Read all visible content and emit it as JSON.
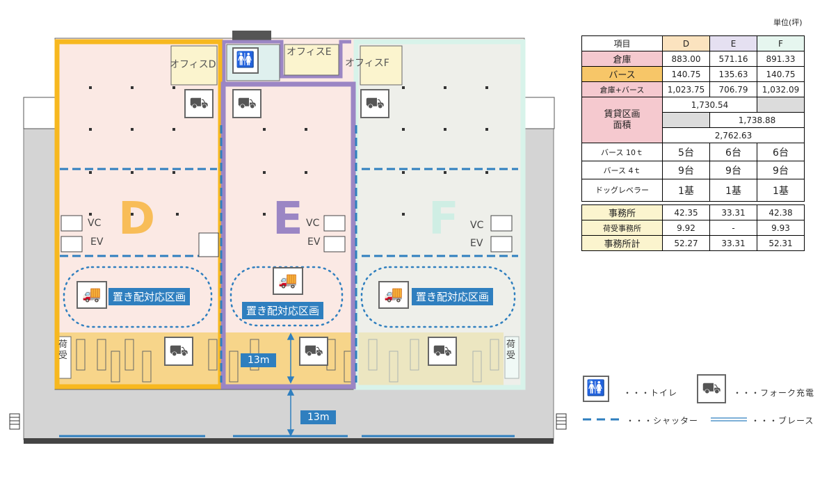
{
  "unit_note": "単位(坪)",
  "table": {
    "header": [
      "項目",
      "D",
      "E",
      "F"
    ],
    "rows": [
      {
        "label": "倉庫",
        "d": "883.00",
        "e": "571.16",
        "f": "891.33"
      },
      {
        "label": "バース",
        "d": "140.75",
        "e": "135.63",
        "f": "140.75"
      },
      {
        "label": "倉庫+バース",
        "d": "1,023.75",
        "e": "706.79",
        "f": "1,032.09"
      }
    ],
    "lease_area": {
      "label": "賃貸区画\n面積",
      "de": "1,730.54",
      "ef": "1,738.88",
      "def": "2,762.63"
    },
    "berth_rows": [
      {
        "label": "バース 10ｔ",
        "d": "5台",
        "e": "6台",
        "f": "6台"
      },
      {
        "label": "バース 4ｔ",
        "d": "9台",
        "e": "9台",
        "f": "9台"
      },
      {
        "label": "ドッグレベラー",
        "d": "1基",
        "e": "1基",
        "f": "1基"
      }
    ],
    "office_rows": [
      {
        "label": "事務所",
        "d": "42.35",
        "e": "33.31",
        "f": "42.38"
      },
      {
        "label": "荷受事務所",
        "d": "9.92",
        "e": "-",
        "f": "9.93"
      },
      {
        "label": "事務所計",
        "d": "52.27",
        "e": "33.31",
        "f": "52.31"
      }
    ]
  },
  "plan": {
    "zones": [
      "D",
      "E",
      "F"
    ],
    "offices": [
      "オフィスD",
      "オフィスE",
      "オフィスF"
    ],
    "vc": "VC",
    "ev": "EV",
    "placement_area": "置き配対応区画",
    "receiving": "荷受",
    "dim_inner": "13m",
    "dim_outer": "13m"
  },
  "legend": {
    "toilet": "・・・トイレ",
    "forklift": "・・・フォーク充電",
    "shutter": "・・・シャッター",
    "brace": "・・・ブレース"
  },
  "colors": {
    "zone_d": "#f7b81f",
    "zone_e": "#9b86c4",
    "zone_f": "#d8f3ea",
    "warehouse": "#fbe9e4",
    "berth": "#f7d58a",
    "apron": "#d4d4d4",
    "accent_blue": "#2f7fbf"
  },
  "icons": [
    "toilet-icon",
    "forklift-charging-icon",
    "delivery-truck-icon",
    "stair-icon"
  ]
}
